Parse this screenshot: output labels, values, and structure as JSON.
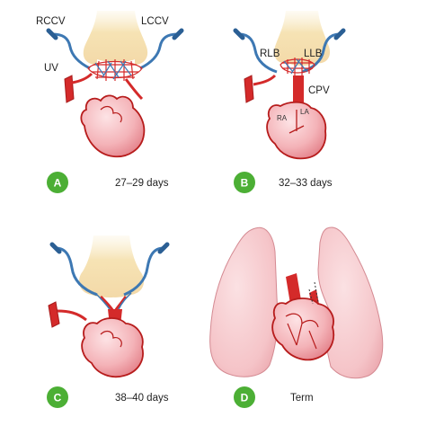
{
  "panels": [
    {
      "id": "A",
      "badge": "A",
      "caption": "27–29 days",
      "labels": {
        "rccv": "RCCV",
        "lccv": "LCCV",
        "uv": "UV"
      }
    },
    {
      "id": "B",
      "badge": "B",
      "caption": "32–33 days",
      "labels": {
        "rlb": "RLB",
        "llb": "LLB",
        "cpv": "CPV",
        "ra": "RA",
        "la": "LA"
      }
    },
    {
      "id": "C",
      "badge": "C",
      "caption": "38–40 days"
    },
    {
      "id": "D",
      "badge": "D",
      "caption": "Term"
    }
  ],
  "colors": {
    "badge": "#4caf35",
    "vein_blue": "#3d78b3",
    "vessel_red": "#d42a2a",
    "heart_fill": "#f1a4aa",
    "heart_outline": "#b71c1c",
    "lung_bud": "#f6e3b4",
    "lung_fill": "#f7c9cd"
  }
}
